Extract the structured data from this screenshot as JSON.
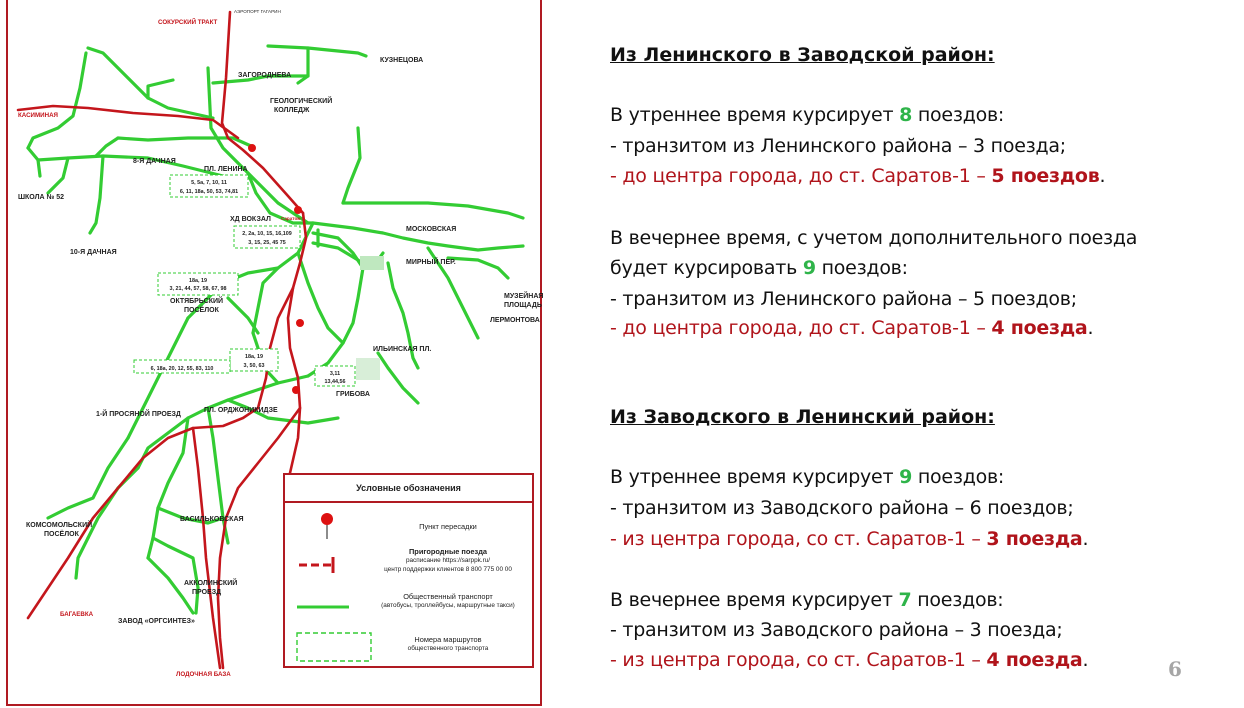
{
  "map": {
    "stations": {
      "sokursky_trakt": "СОКУРСКИЙ ТРАКТ",
      "airport": "АЭРОПОРТ ГАГАРИН",
      "zagorodneva": "ЗАГОРОДНЕВА",
      "geol_college": "ГЕОЛОГИЧЕСКИЙ КОЛЛЕДЖ",
      "kuznetsova": "КУЗНЕЦОВА",
      "kasiminaya": "КАСИМИНАЯ",
      "dachnaya8": "8-Я ДАЧНАЯ",
      "pl_lenina": "ПЛ. ЛЕНИНА",
      "school52": "ШКОЛА № 52",
      "dachnaya10": "10-Я ДАЧНАЯ",
      "hd_vokzal": "ХД ВОКЗАЛ",
      "saratov1": "Саратов-1",
      "moskovskaya": "МОСКОВСКАЯ",
      "mirny_per": "МИРНЫЙ ПЕР.",
      "muzeynaya": "МУЗЕЙНАЯ ПЛОЩАДЬ",
      "lermontova": "ЛЕРМОНТОВА",
      "oktyabrsky": "ОКТЯБРЬСКИЙ ПОСЁЛОК",
      "ilinskaya": "ИЛЬИНСКАЯ ПЛ.",
      "gribova": "ГРИБОВА",
      "prosnoy1": "1-Й ПРОСЯНОЙ ПРОЕЗД",
      "ordzhonikidze": "ПЛ. ОРДЖОНИКИДЗЕ",
      "komsomolsky": "КОМСОМОЛЬСКИЙ ПОСЁЛОК",
      "vasilkovskaya": "ВАСИЛЬКОВСКАЯ",
      "akkolinsky": "АККОЛИНСКИЙ ПРОЕЗД",
      "orgsintez": "ЗАВОД «ОРГСИНТЕЗ»",
      "bagaevka": "БАГАЕВКА",
      "lodochnaya": "ЛОДОЧНАЯ БАЗА"
    },
    "routes": {
      "r1": "5, 5а, 7, 10, 11",
      "r1b": "6, 11, 18а, 50, 53, 74,81",
      "r2": "2, 2а, 10, 15, 16,109",
      "r2b": "3, 15, 25, 45 75",
      "r3": "18а, 19",
      "r3b": "3, 21, 44, 57, 58, 67, 98",
      "r4": "18а, 19",
      "r4b": "3, 50, 63",
      "r5": "6, 18а, 20, 12, 55, 83, 110",
      "r6": "3,11",
      "r6b": "13,44,56"
    },
    "legend": {
      "title": "Условные обозначения",
      "transfer": "Пункт пересадки",
      "suburban_title": "Пригородные поезда",
      "suburban_line2": "расписание https://sarppk.ru/",
      "suburban_line3": "центр поддержки клиентов 8 800 775 00 00",
      "public_title": "Общественный транспорт",
      "public_sub": "(автобусы, троллейбусы, маршрутные такси)",
      "routes_title": "Номера маршрутов",
      "routes_sub": "общественного транспорта"
    },
    "colors": {
      "rail": "#c4161c",
      "transit": "#33cc33",
      "frame": "#b01a22"
    }
  },
  "text": {
    "heading1": "Из Ленинского в Заводской район:",
    "morning1_pre": "В утреннее время курсирует ",
    "morning1_num": "8",
    "morning1_post": " поездов:",
    "morning1_transit": "- транзитом из Ленинского района – 3 поезда;",
    "morning1_center_pre": "- до центра города, до ст. Саратов-1 – ",
    "morning1_center_num": "5 поездов",
    "morning1_center_post": ".",
    "evening1_line1": "В вечернее время, с учетом дополнительного поезда",
    "evening1_pre": "будет курсировать ",
    "evening1_num": "9",
    "evening1_post": " поездов:",
    "evening1_transit": "- транзитом из Ленинского района – 5 поездов;",
    "evening1_center_pre": "- до центра города, до ст. Саратов-1 – ",
    "evening1_center_num": "4 поезда",
    "evening1_center_post": ".",
    "heading2": "Из Заводского в Ленинский район:",
    "morning2_pre": "В утреннее время курсирует ",
    "morning2_num": "9",
    "morning2_post": " поездов:",
    "morning2_transit": "- транзитом из Заводского района – 6 поездов;",
    "morning2_center_pre": "- из центра города, со ст. Саратов-1 – ",
    "morning2_center_num": "3 поезда",
    "morning2_center_post": ".",
    "evening2_pre": "В вечернее время курсирует ",
    "evening2_num": "7",
    "evening2_post": " поездов:",
    "evening2_transit": "- транзитом из Заводского района – 3 поезда;",
    "evening2_center_pre": "- из центра города, со ст. Саратов-1 – ",
    "evening2_center_num": "4 поезда",
    "evening2_center_post": "."
  },
  "page_number": "6"
}
